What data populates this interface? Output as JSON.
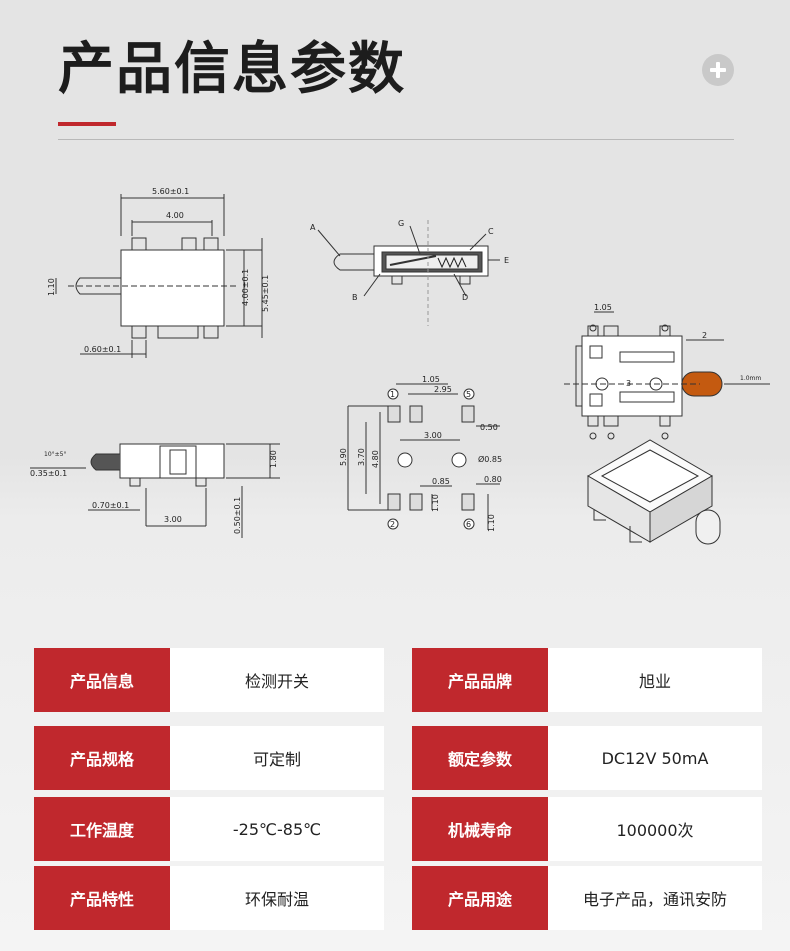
{
  "header": {
    "title": "产品信息参数"
  },
  "drawing_labels": {
    "top_view": {
      "w_total": "5.60±0.1",
      "w_inner": "4.00",
      "h_inner": "4.00±0.1",
      "h_total": "5.45±0.1",
      "lever": "1.10",
      "pitch": "0.60±0.1"
    },
    "section": {
      "a": "A",
      "b": "B",
      "c": "C",
      "d": "D",
      "e": "E",
      "g": "G"
    },
    "iso_top": {
      "d1": "1.05",
      "d2": "2",
      "d3": "3",
      "note": "1.0mm"
    },
    "side_view": {
      "note": "10°±5°",
      "tip": "0.35±0.1",
      "h": "1.80",
      "pin": "0.70±0.1",
      "pitch": "3.00",
      "pin_h": "0.50±0.1"
    },
    "footprint": {
      "d1": "1.05",
      "d2": "2.95",
      "d3": "0.50",
      "d4": "3.00",
      "hole": "Ø0.85",
      "d5": "0.85",
      "d6": "0.80",
      "h1": "5.90",
      "h2": "3.70",
      "h3": "4.80",
      "pad_h": "1.10",
      "pad_h2": "1.10",
      "n1": "1",
      "n2": "2",
      "n5": "5",
      "n6": "6"
    }
  },
  "specs": {
    "rows": [
      {
        "k1": "产品信息",
        "v1": "检测开关",
        "k2": "产品品牌",
        "v2": "旭业"
      },
      {
        "k1": "产品规格",
        "v1": "可定制",
        "k2": "额定参数",
        "v2": "DC12V 50mA"
      },
      {
        "k1": "工作温度",
        "v1": "-25℃-85℃",
        "k2": "机械寿命",
        "v2": "100000次"
      },
      {
        "k1": "产品特性",
        "v1": "环保耐温",
        "k2": "产品用途",
        "v2": "电子产品，通讯安防"
      }
    ]
  },
  "colors": {
    "accent": "#c0282d",
    "title": "#1d1d1d",
    "key_text": "#ffffff"
  }
}
